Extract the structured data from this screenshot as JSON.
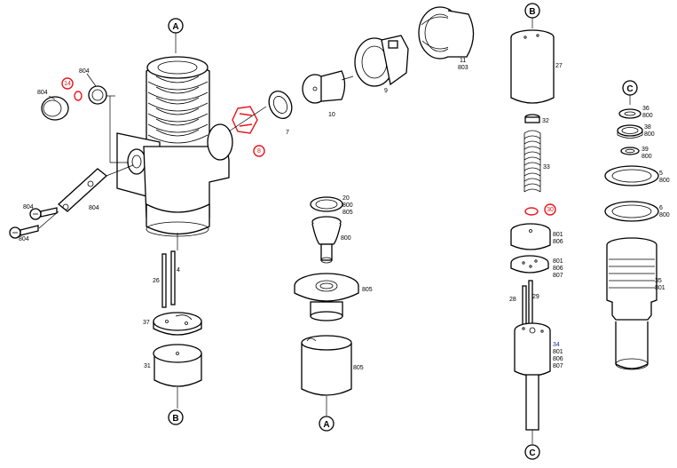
{
  "section_refs": {
    "a": "A",
    "b": "B",
    "c": "C"
  },
  "callouts": {
    "p804_cap": "804",
    "p804_ring": "804",
    "p14": "14",
    "p804_screw1": "804",
    "p804_screw2": "804",
    "p804_plate": "804",
    "p8": "8",
    "p7": "7",
    "p10": "10",
    "p9": "9",
    "p11": "11",
    "p803": "803",
    "p26": "26",
    "p4": "4",
    "p37": "37",
    "p31": "31",
    "p20": "20",
    "p20_800": "800",
    "p20_805": "805",
    "p800": "800",
    "p805_top": "805",
    "p805_bottom": "805",
    "p27": "27",
    "p32": "32",
    "p33": "33",
    "p30": "30",
    "p801a": "801",
    "p806a": "806",
    "p801b": "801",
    "p806b": "806",
    "p807b": "807",
    "p28": "28",
    "p29": "29",
    "p34": "34",
    "p34_801": "801",
    "p34_806": "806",
    "p34_807": "807",
    "p36": "36",
    "p36_800": "800",
    "p38": "38",
    "p38_800": "800",
    "p39": "39",
    "p39_800": "800",
    "p5": "5",
    "p5_800": "800",
    "p6": "6",
    "p6_800": "800",
    "p35": "35",
    "p35_801": "801"
  },
  "colors": {
    "line": "#000000",
    "highlight": "#e8141b",
    "accent_label": "#1a2f9e"
  }
}
